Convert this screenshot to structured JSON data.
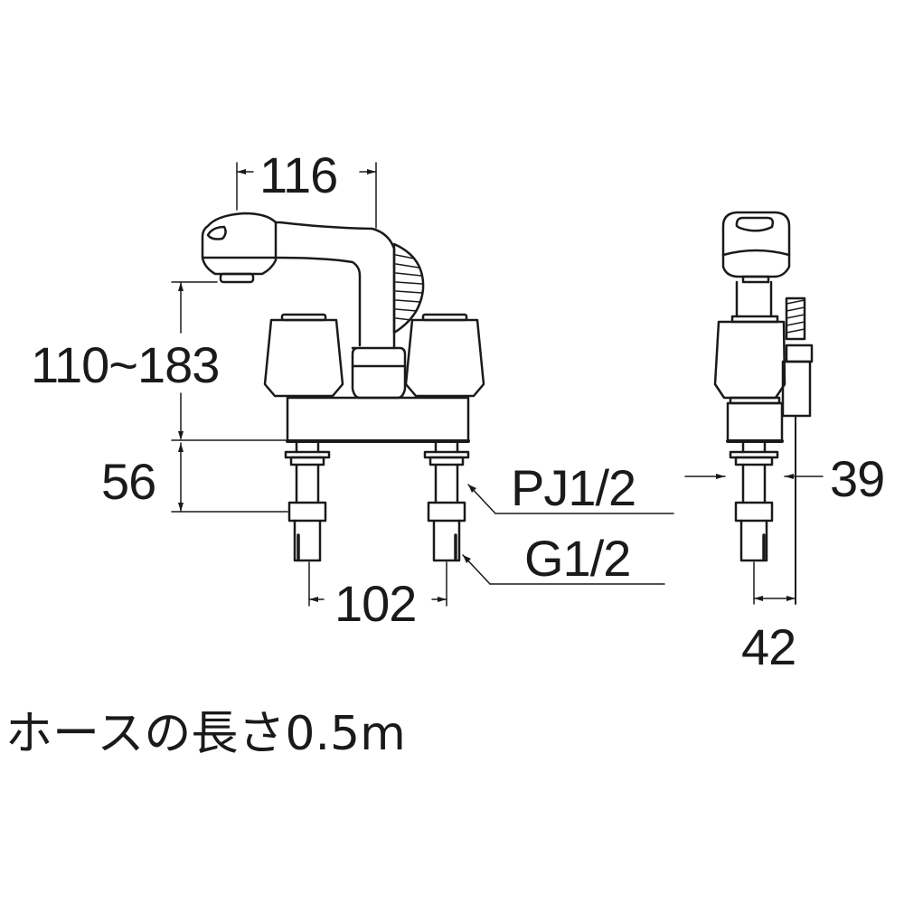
{
  "drawing": {
    "title": "Faucet dimension drawing",
    "line_color": "#1a1a1a",
    "background": "#ffffff"
  },
  "dimensions": {
    "spout_reach": "116",
    "spout_height": "110~183",
    "deck_to_shank": "56",
    "center_distance": "102",
    "side_width_39": "39",
    "side_offset_42": "42"
  },
  "threads": {
    "upper": "PJ1/2",
    "lower": "G1/2"
  },
  "note": {
    "hose_length": "ホースの長さ0.5m"
  }
}
